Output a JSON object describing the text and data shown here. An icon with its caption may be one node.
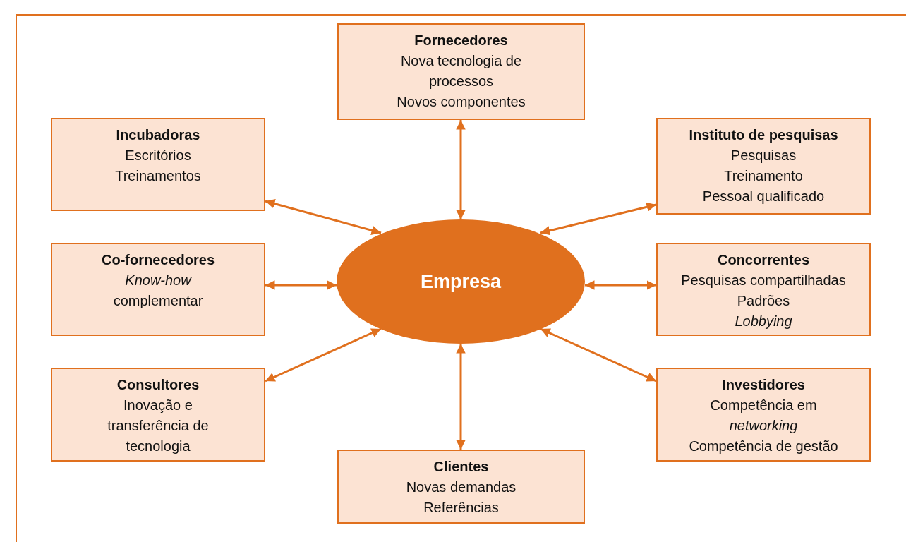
{
  "diagram": {
    "nodes": [
      {
        "text": [
          "Fornecedores",
          "Nova tecnologia de processos",
          "Novos componentes"
        ]
      },
      {
        "text": [
          "Incubadoras",
          "Escritórios",
          "Treinamentos"
        ]
      },
      {
        "text": [
          "Instituto de pesquisas",
          "Pesquisas",
          "Treinamento",
          "Pessoal qualificado"
        ]
      },
      {
        "text": [
          "Co-fornecedores",
          "*Know-how* complementar"
        ]
      },
      {
        "text": [
          "Empresa"
        ]
      },
      {
        "text": [
          "Concorrentes",
          "Pesquisas compartilhadas",
          "Padrões",
          "*Lobbying*"
        ]
      },
      {
        "text": [
          "Consultores",
          "Inovação e transferência de tecnologia"
        ]
      },
      {
        "text": [
          "Investidores",
          "Competência em *networking*",
          "Competência de gestão"
        ]
      },
      {
        "text": [
          "Clientes",
          "Novas demandas",
          "Referências"
        ]
      }
    ],
    "edges": [
      {
        "from": 4,
        "to": 0,
        "arrow": "both"
      },
      {
        "from": 4,
        "to": 1,
        "arrow": "both"
      },
      {
        "from": 4,
        "to": 2,
        "arrow": "both"
      },
      {
        "from": 4,
        "to": 3,
        "arrow": "both"
      },
      {
        "from": 4,
        "to": 5,
        "arrow": "both"
      },
      {
        "from": 4,
        "to": 6,
        "arrow": "both"
      },
      {
        "from": 4,
        "to": 7,
        "arrow": "both"
      },
      {
        "from": 4,
        "to": 8,
        "arrow": "both"
      }
    ]
  }
}
